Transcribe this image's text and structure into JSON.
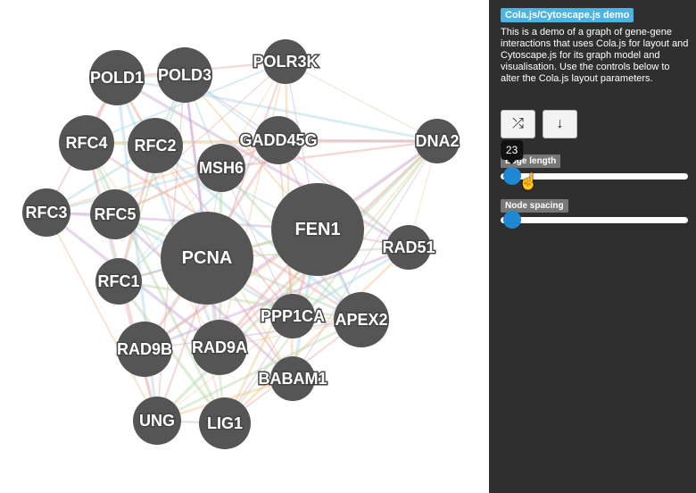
{
  "panel": {
    "title": "Cola.js/Cytoscape.js demo",
    "description": "This is a demo of a graph of gene-gene interactions that uses Cola.js for layout and Cytoscape.js for its graph model and visualisation. Use the controls below to alter the Cola.js layout parameters.",
    "buttons": [
      {
        "icon": "shuffle-icon",
        "glyph": "⤮"
      },
      {
        "icon": "down-arrow-icon",
        "glyph": "↓"
      }
    ],
    "sliders": [
      {
        "label": "Edge length",
        "value": 23,
        "fraction": 0.06,
        "tooltip": "23"
      },
      {
        "label": "Node spacing",
        "fraction": 0.06
      }
    ]
  },
  "colors": {
    "node": "#555555",
    "panel_bg": "#2f2f2f",
    "accent": "#4db3e0",
    "thumb": "#1e88d3",
    "edge_colors": [
      "#f5c48a",
      "#a9d6e5",
      "#c9a7d6",
      "#e8a8a8",
      "#b8d8a8"
    ]
  },
  "nodes": [
    "POLD1",
    "POLD3",
    "POLR3K",
    "RFC4",
    "RFC2",
    "GADD45G",
    "DNA2",
    "MSH6",
    "RFC3",
    "RFC5",
    "FEN1",
    "RAD51",
    "PCNA",
    "RFC1",
    "PPP1CA",
    "APEX2",
    "RAD9B",
    "RAD9A",
    "BABAM1",
    "UNG",
    "LIG1"
  ]
}
